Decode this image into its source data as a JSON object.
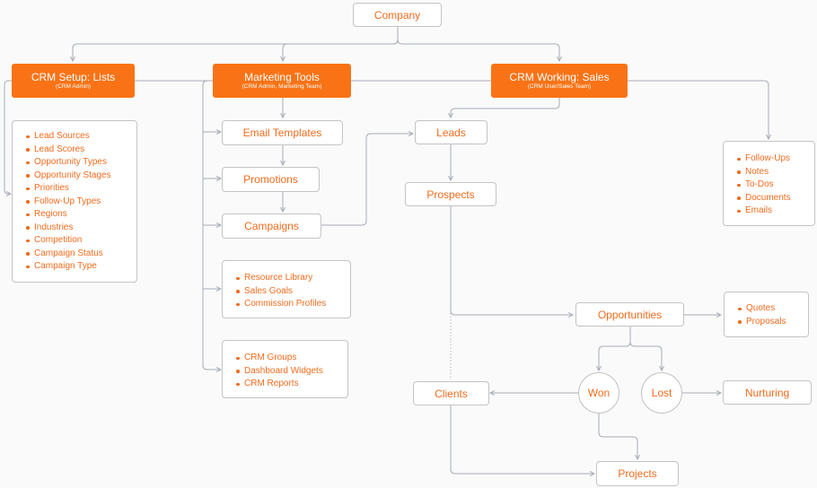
{
  "company": "Company",
  "crm_setup": {
    "title": "CRM Setup: Lists",
    "subtitle": "(CRM Admin)",
    "items": [
      "Lead Sources",
      "Lead Scores",
      "Opportunity Types",
      "Opportunity Stages",
      "Priorities",
      "Follow-Up Types",
      "Regions",
      "Industries",
      "Competition",
      "Campaign Status",
      "Campaign Type"
    ]
  },
  "marketing_tools": {
    "title": "Marketing Tools",
    "subtitle": "(CRM Admin, Marketing Team)",
    "email_templates": "Email Templates",
    "promotions": "Promotions",
    "campaigns": "Campaigns",
    "resources": [
      "Resource Library",
      "Sales Goals",
      "Commission Profiles"
    ],
    "reports": [
      "CRM Groups",
      "Dashboard Widgets",
      "CRM Reports"
    ]
  },
  "crm_working": {
    "title": "CRM Working: Sales",
    "subtitle": "(CRM User/Sales Team)",
    "leads": "Leads",
    "prospects": "Prospects",
    "activities": [
      "Follow-Ups",
      "Notes",
      "To-Dos",
      "Documents",
      "Emails"
    ],
    "opportunities": "Opportunities",
    "opportunity_items": [
      "Quotes",
      "Proposals"
    ],
    "won": "Won",
    "lost": "Lost",
    "nurturing": "Nurturing",
    "clients": "Clients",
    "projects": "Projects"
  },
  "colors": {
    "accent": "#f97316",
    "text": "#f26b1d",
    "connector": "#a6acb5",
    "border": "#c4c4c4"
  }
}
